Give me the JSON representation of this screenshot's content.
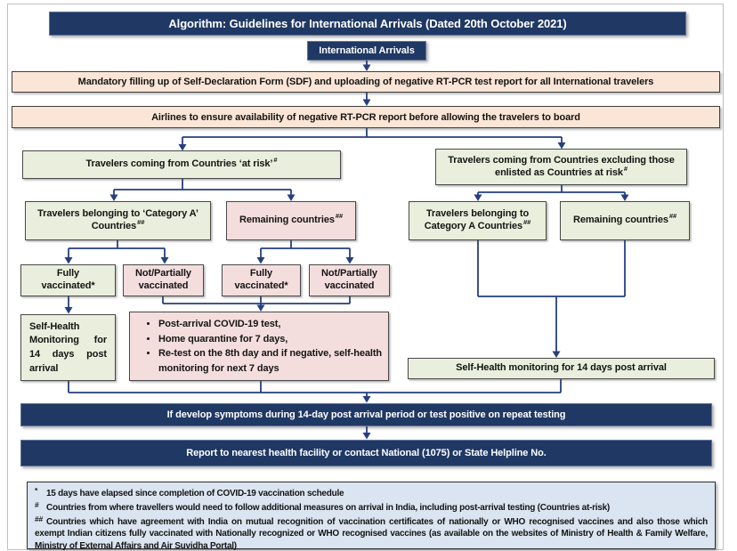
{
  "title": "Algorithm: Guidelines for International Arrivals (Dated 20th October 2021)",
  "flow": {
    "start": "International Arrivals",
    "sdf": "Mandatory filling up of Self-Declaration Form (SDF) and uploading of negative RT-PCR test report for all International travelers",
    "airlines": "Airlines to ensure availability of negative RT-PCR report before allowing the travelers to board",
    "at_risk": {
      "label": "Travelers coming from Countries ‘at risk’",
      "sup": "#"
    },
    "excluding": {
      "label": "Travelers coming from Countries excluding those enlisted as Countries at risk",
      "sup": "#"
    },
    "cat_a_left": {
      "label": "Travelers belonging to ‘Category A’ Countries",
      "sup": "##"
    },
    "remaining_left": {
      "label": "Remaining countries",
      "sup": "##"
    },
    "cat_a_right": {
      "label": "Travelers belonging to Category A Countries",
      "sup": "##"
    },
    "remaining_right": {
      "label": "Remaining countries",
      "sup": "##"
    },
    "fully_vaccinated": "Fully vaccinated*",
    "not_partially_vaccinated": "Not/Partially vaccinated",
    "self_health_left": "Self-Health Monitoring for 14 days post arrival",
    "post_arrival_steps": [
      "Post-arrival COVID-19 test,",
      "Home quarantine for 7 days,",
      "Re-test on the 8th day and if negative, self-health monitoring for next 7 days"
    ],
    "self_health_right": "Self-Health monitoring for 14 days post arrival",
    "symptoms_bar": "If develop symptoms during 14-day post arrival period or test positive on repeat testing",
    "report_bar": "Report to nearest health facility or contact National (1075) or State Helpline No."
  },
  "footnotes": [
    {
      "marker": "*",
      "text": "15 days have elapsed since completion of COVID-19 vaccination schedule"
    },
    {
      "marker": "#",
      "text": "Countries from where travellers would need to follow additional measures on arrival in India, including post-arrival testing (Countries at-risk)"
    },
    {
      "marker": "##",
      "text": "Countries which have agreement with India on mutual recognition of vaccination certificates of nationally or WHO recognised vaccines and also those which exempt Indian citizens fully vaccinated with Nationally recognized or WHO recognised vaccines (as available on the websites of Ministry of Health & Family Welfare, Ministry of External Affairs and Air Suvidha Portal)"
    }
  ],
  "colors": {
    "navy": "#1f3864",
    "peach": "#fbe5d6",
    "light_green": "#e9efdc",
    "light_pink": "#f3dedd",
    "footnote_blue": "#dbe5f1",
    "connector": "#263f7f"
  }
}
